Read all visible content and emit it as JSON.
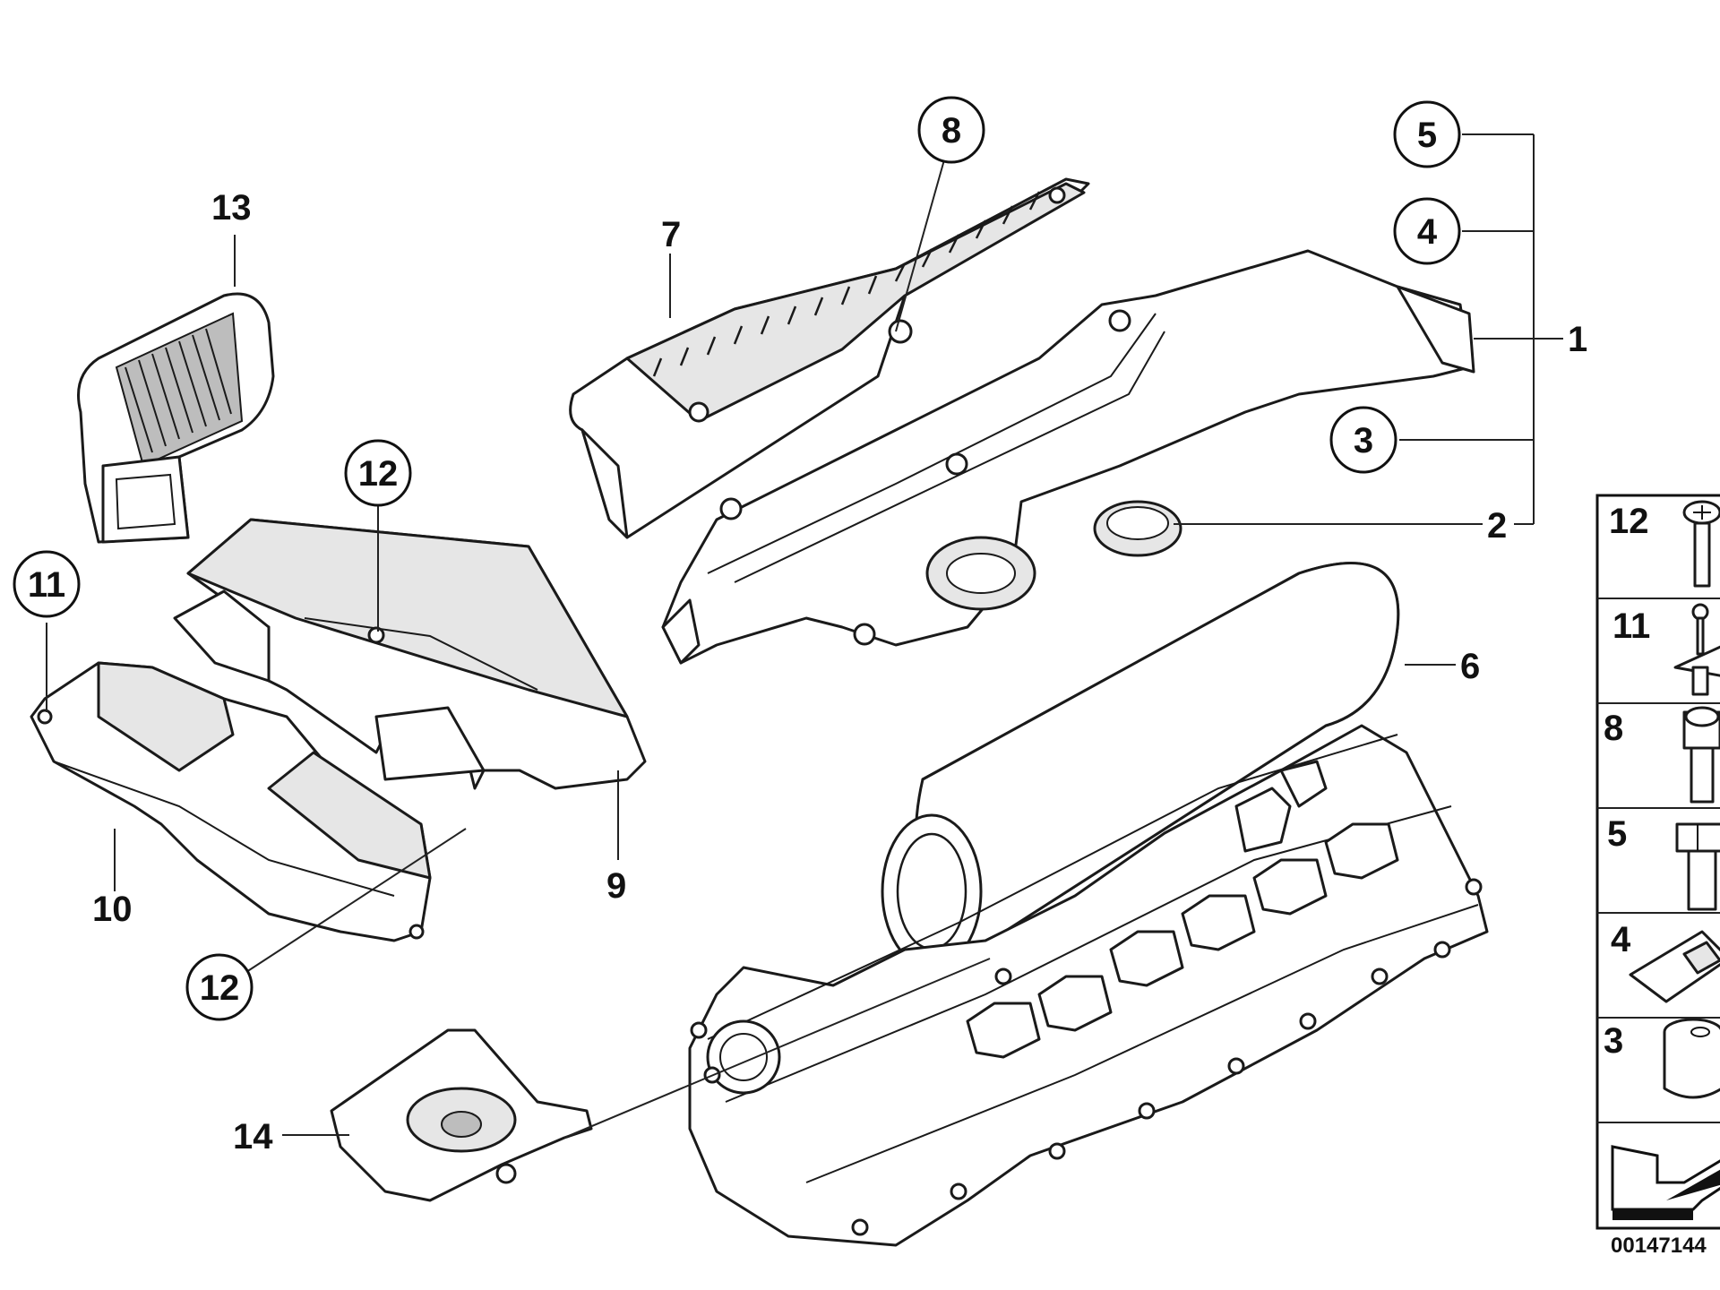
{
  "callouts": {
    "c1": "1",
    "c2": "2",
    "c3": "3",
    "c4": "4",
    "c5": "5",
    "c6": "6",
    "c7": "7",
    "c8": "8",
    "c9": "9",
    "c10": "10",
    "c11": "11",
    "c12a": "12",
    "c12b": "12",
    "c13": "13",
    "c14": "14"
  },
  "legend": {
    "items": [
      "12",
      "11",
      "8",
      "5",
      "4",
      "3"
    ]
  },
  "reference_number": "00147144"
}
